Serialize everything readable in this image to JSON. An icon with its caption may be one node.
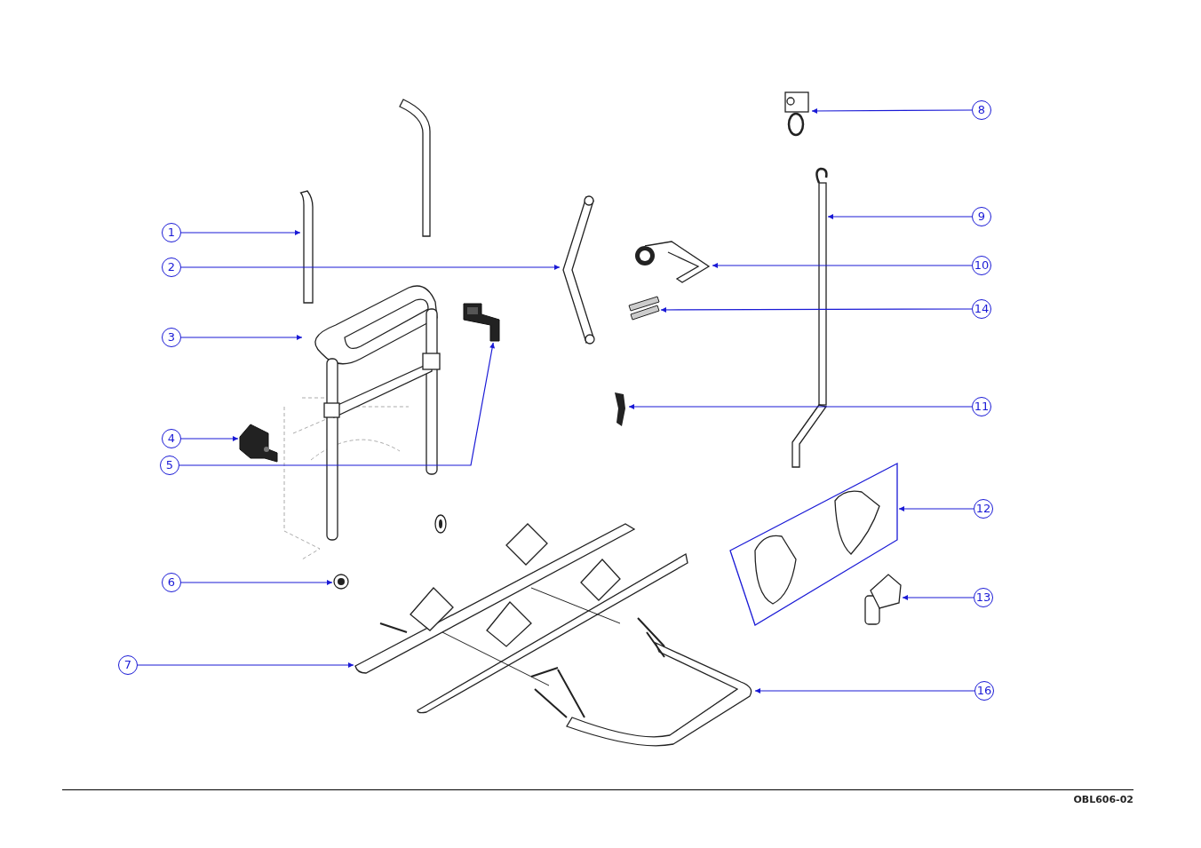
{
  "diagram": {
    "nodes": [
      {
        "text": [
          "1"
        ]
      },
      {
        "text": [
          "2"
        ]
      },
      {
        "text": [
          "3"
        ]
      },
      {
        "text": [
          "4"
        ]
      },
      {
        "text": [
          "5"
        ]
      },
      {
        "text": [
          "6"
        ]
      },
      {
        "text": [
          "7"
        ]
      },
      {
        "text": [
          "8"
        ]
      },
      {
        "text": [
          "9"
        ]
      },
      {
        "text": [
          "10"
        ]
      },
      {
        "text": [
          "14"
        ]
      },
      {
        "text": [
          "11"
        ]
      },
      {
        "text": [
          "12"
        ]
      },
      {
        "text": [
          "13"
        ]
      },
      {
        "text": [
          "16"
        ]
      },
      {
        "text": [],
        "shape": "picture"
      },
      {
        "text": [],
        "shape": "picture"
      },
      {
        "text": [],
        "shape": "picture"
      },
      {
        "text": [],
        "shape": "picture"
      },
      {
        "text": [],
        "shape": "picture"
      },
      {
        "text": [],
        "shape": "picture"
      },
      {
        "text": [],
        "shape": "picture"
      },
      {
        "text": [],
        "shape": "picture"
      },
      {
        "text": [],
        "shape": "picture"
      },
      {
        "text": [],
        "shape": "picture"
      },
      {
        "text": [],
        "shape": "picture"
      },
      {
        "text": [],
        "shape": "picture"
      },
      {
        "text": [],
        "shape": "picture"
      },
      {
        "text": [],
        "shape": "picture"
      },
      {
        "text": [],
        "shape": "picture"
      }
    ],
    "edges": [
      {
        "from": 0,
        "to": 15,
        "arrow": "to"
      },
      {
        "from": 1,
        "to": 16,
        "arrow": "to"
      },
      {
        "from": 2,
        "to": 17,
        "arrow": "to"
      },
      {
        "from": 3,
        "to": 18,
        "arrow": "to"
      },
      {
        "from": 4,
        "to": 19,
        "arrow": "to"
      },
      {
        "from": 5,
        "to": 20,
        "arrow": "to"
      },
      {
        "from": 6,
        "to": 21,
        "arrow": "to"
      },
      {
        "from": 7,
        "to": 22,
        "arrow": "to"
      },
      {
        "from": 8,
        "to": 23,
        "arrow": "to"
      },
      {
        "from": 9,
        "to": 24,
        "arrow": "to"
      },
      {
        "from": 10,
        "to": 25,
        "arrow": "to"
      },
      {
        "from": 11,
        "to": 26,
        "arrow": "to"
      },
      {
        "from": 12,
        "to": 27,
        "arrow": "to"
      },
      {
        "from": 13,
        "to": 28,
        "arrow": "to"
      },
      {
        "from": 14,
        "to": 29,
        "arrow": "to"
      }
    ],
    "labels": [
      "OBL606-02"
    ]
  }
}
